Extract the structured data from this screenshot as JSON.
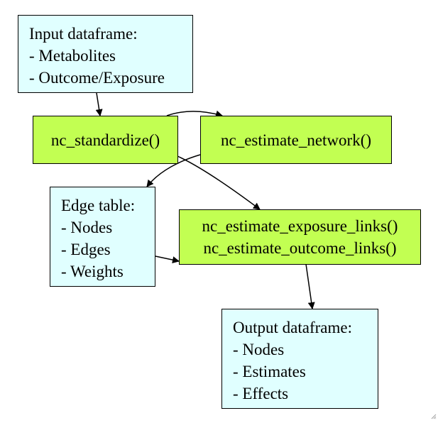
{
  "nodes": {
    "input": {
      "lines": [
        "Input dataframe:",
        "- Metabolites",
        "- Outcome/Exposure"
      ],
      "fill": "#e0ffff"
    },
    "standardize": {
      "lines": [
        "nc_standardize()"
      ],
      "fill": "#c2ff52"
    },
    "estimate_network": {
      "lines": [
        "nc_estimate_network()"
      ],
      "fill": "#c2ff52"
    },
    "edge_table": {
      "lines": [
        "Edge table:",
        "- Nodes",
        "- Edges",
        "- Weights"
      ],
      "fill": "#e0ffff"
    },
    "estimate_links": {
      "lines": [
        "nc_estimate_exposure_links()",
        "nc_estimate_outcome_links()"
      ],
      "fill": "#c2ff52"
    },
    "output": {
      "lines": [
        "Output dataframe:",
        "- Nodes",
        "- Estimates",
        "- Effects"
      ],
      "fill": "#e0ffff"
    }
  },
  "edges": [
    {
      "from": "input",
      "to": "standardize"
    },
    {
      "from": "standardize",
      "to": "estimate_network"
    },
    {
      "from": "estimate_network",
      "to": "edge_table"
    },
    {
      "from": "standardize",
      "to": "estimate_links"
    },
    {
      "from": "edge_table",
      "to": "estimate_links"
    },
    {
      "from": "estimate_links",
      "to": "output"
    }
  ],
  "colors": {
    "data_fill": "#e0ffff",
    "function_fill": "#c2ff52",
    "stroke": "#000000"
  },
  "icons": {
    "resize_grip": "resize-grip-icon"
  }
}
